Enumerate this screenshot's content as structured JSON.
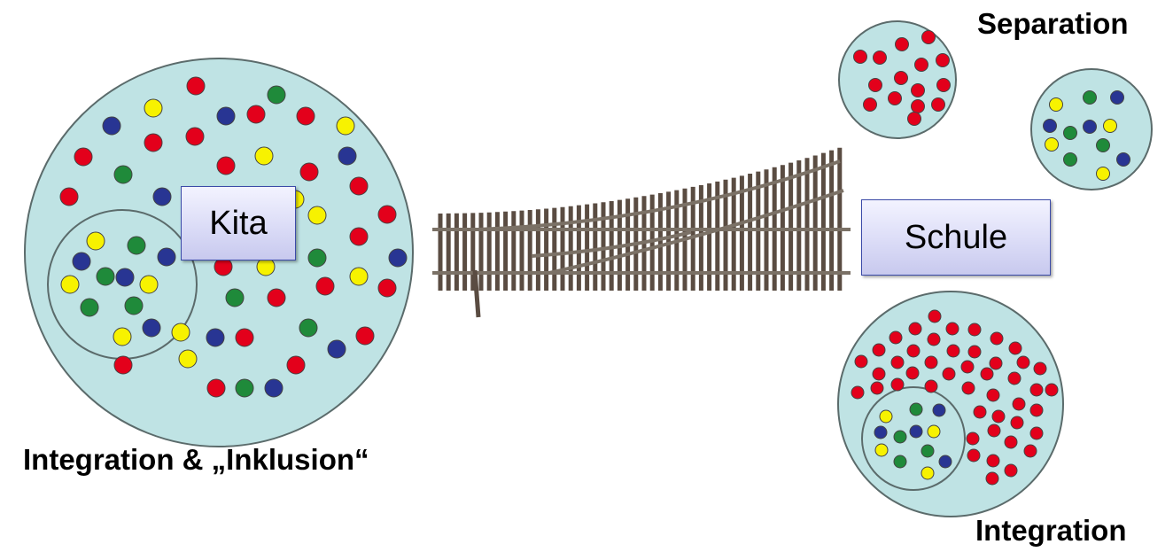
{
  "labels": {
    "separation": "Separation",
    "integration_inklusion": "Integration & „Inklusion“",
    "integration": "Integration"
  },
  "boxes": {
    "kita": "Kita",
    "schule": "Schule"
  },
  "colors": {
    "circle_fill": "#bfe3e4",
    "circle_stroke": "#5b6b6b",
    "red": "#e3001b",
    "blue": "#283593",
    "yellow": "#f7f200",
    "green": "#1f8a3a",
    "track_rail": "#7b7166",
    "track_tie": "#5a4c42",
    "box_border": "#3b4aa8"
  },
  "icons": [
    "railway-switch-icon"
  ]
}
